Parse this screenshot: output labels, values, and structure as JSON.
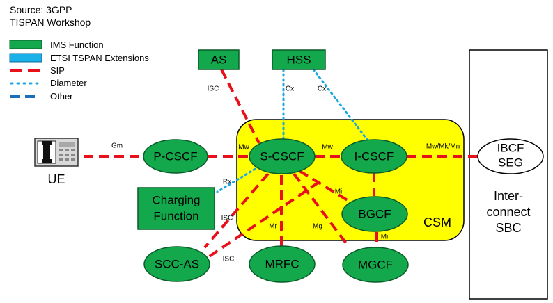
{
  "source": {
    "line1": "Source: 3GPP",
    "line2": "TISPAN Workshop"
  },
  "legend": {
    "items": [
      {
        "label": "IMS Function",
        "kind": "box",
        "color": "#13a84b"
      },
      {
        "label": "ETSI TSPAN Extensions",
        "kind": "box",
        "color": "#1ab0e8"
      },
      {
        "label": "SIP",
        "kind": "line",
        "color": "#e8101a"
      },
      {
        "label": "Diameter",
        "kind": "dots",
        "color": "#1aa7e0"
      },
      {
        "label": "Other",
        "kind": "dash",
        "color": "#1b6fb8"
      }
    ]
  },
  "nodes": {
    "as": "AS",
    "hss": "HSS",
    "pcscf": "P-CSCF",
    "scscf": "S-CSCF",
    "icscf": "I-CSCF",
    "bgcf": "BGCF",
    "mrfc": "MRFC",
    "mgcf": "MGCF",
    "sccas": "SCC-AS",
    "charging_line1": "Charging",
    "charging_line2": "Function",
    "ibcf_line1": "IBCF",
    "ibcf_line2": "SEG",
    "ue": "UE",
    "csm": "CSM",
    "sbc_line1": "Inter-",
    "sbc_line2": "connect",
    "sbc_line3": "SBC"
  },
  "interfaces": {
    "isc_as": "ISC",
    "cx_s": "Cx",
    "cx_i": "Cx",
    "gm": "Gm",
    "mw_ps": "Mw",
    "mw_si": "Mw",
    "mw_ext": "Mw/Mk/Mn",
    "rx": "Rx",
    "isc_charging": "ISC",
    "isc_scc": "ISC",
    "mi_ib": "Mi",
    "mi_bm": "Mi",
    "mr": "Mr",
    "mg": "Mg"
  },
  "colors": {
    "ims_green": "#13a84b",
    "csm_yellow": "#ffff00",
    "sip_red": "#e8101a",
    "diameter_blue": "#1aa7e0",
    "other_blue": "#1b6fb8"
  }
}
